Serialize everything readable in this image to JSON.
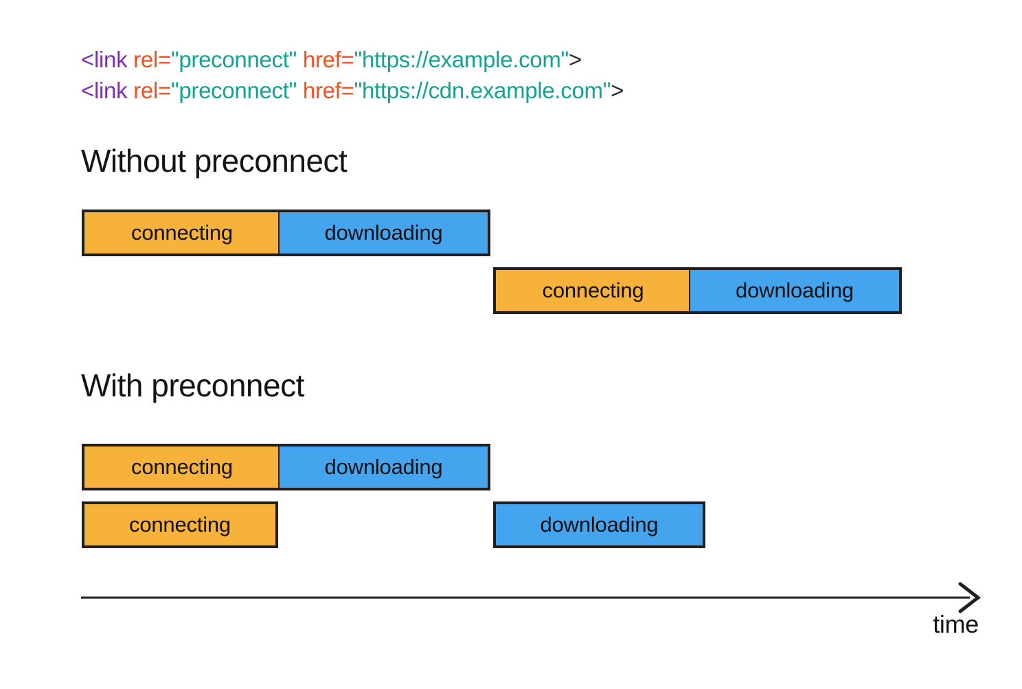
{
  "code_snippet": {
    "lines": [
      {
        "tag_open": "<link",
        "attr1": " rel=",
        "value1": "\"preconnect\"",
        "attr2": " href=",
        "value2": "\"https://example.com\"",
        "tag_close": ">"
      },
      {
        "tag_open": "<link",
        "attr1": " rel=",
        "value1": "\"preconnect\"",
        "attr2": " href=",
        "value2": "\"https://cdn.example.com\"",
        "tag_close": ">"
      }
    ]
  },
  "sections": [
    {
      "heading": "Without preconnect",
      "rows": [
        {
          "segments": [
            {
              "label": "connecting",
              "kind": "connecting"
            },
            {
              "label": "downloading",
              "kind": "downloading"
            }
          ]
        },
        {
          "segments": [
            {
              "label": "connecting",
              "kind": "connecting"
            },
            {
              "label": "downloading",
              "kind": "downloading"
            }
          ]
        }
      ]
    },
    {
      "heading": "With preconnect",
      "rows": [
        {
          "segments": [
            {
              "label": "connecting",
              "kind": "connecting"
            },
            {
              "label": "downloading",
              "kind": "downloading"
            }
          ]
        },
        {
          "segments": [
            {
              "label": "connecting",
              "kind": "connecting"
            },
            {
              "label": "downloading",
              "kind": "downloading"
            }
          ]
        }
      ]
    }
  ],
  "axis": {
    "label": "time"
  },
  "colors": {
    "connecting": "#F7B23C",
    "downloading": "#44A5EE",
    "stroke": "#231F20",
    "code_tag": "#7B2FAE",
    "code_attr": "#F4511E",
    "code_string": "#14A391",
    "background": "#FFFFFF"
  }
}
